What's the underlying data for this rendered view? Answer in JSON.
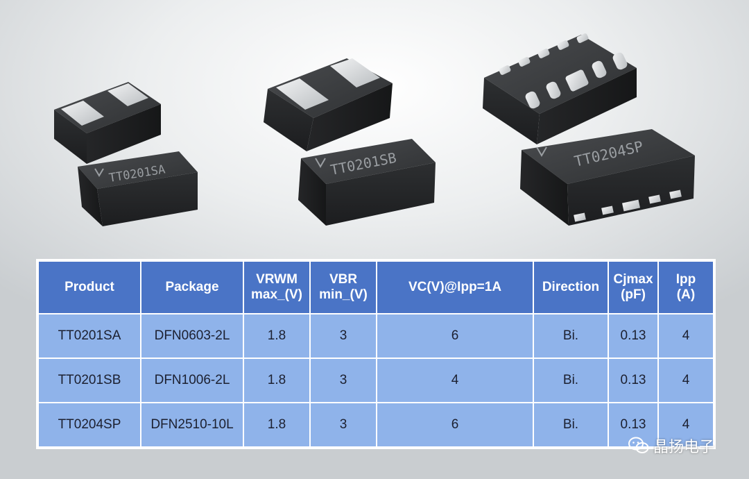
{
  "chips": [
    {
      "marking": "TT0201SA"
    },
    {
      "marking": "TT0201SB"
    },
    {
      "marking": "TT0204SP"
    }
  ],
  "table": {
    "headers": [
      {
        "line1": "Product",
        "line2": ""
      },
      {
        "line1": "Package",
        "line2": ""
      },
      {
        "line1": "VRWM",
        "line2": "max_(V)"
      },
      {
        "line1": "VBR",
        "line2": "min_(V)"
      },
      {
        "line1": "VC(V)@Ipp=1A",
        "line2": ""
      },
      {
        "line1": "Direction",
        "line2": ""
      },
      {
        "line1": "Cjmax",
        "line2": "(pF)"
      },
      {
        "line1": "Ipp",
        "line2": "(A)"
      }
    ],
    "rows": [
      [
        "TT0201SA",
        "DFN0603-2L",
        "1.8",
        "3",
        "6",
        "Bi.",
        "0.13",
        "4"
      ],
      [
        "TT0201SB",
        "DFN1006-2L",
        "1.8",
        "3",
        "4",
        "Bi.",
        "0.13",
        "4"
      ],
      [
        "TT0204SP",
        "DFN2510-10L",
        "1.8",
        "3",
        "6",
        "Bi.",
        "0.13",
        "4"
      ]
    ]
  },
  "watermark": {
    "text": "晶扬电子",
    "icon": "wechat-icon"
  },
  "colors": {
    "header_bg": "#4a74c6",
    "cell_bg": "#8fb3ea",
    "chip_body": "#3a3c3e",
    "pad": "#d9dcde"
  }
}
